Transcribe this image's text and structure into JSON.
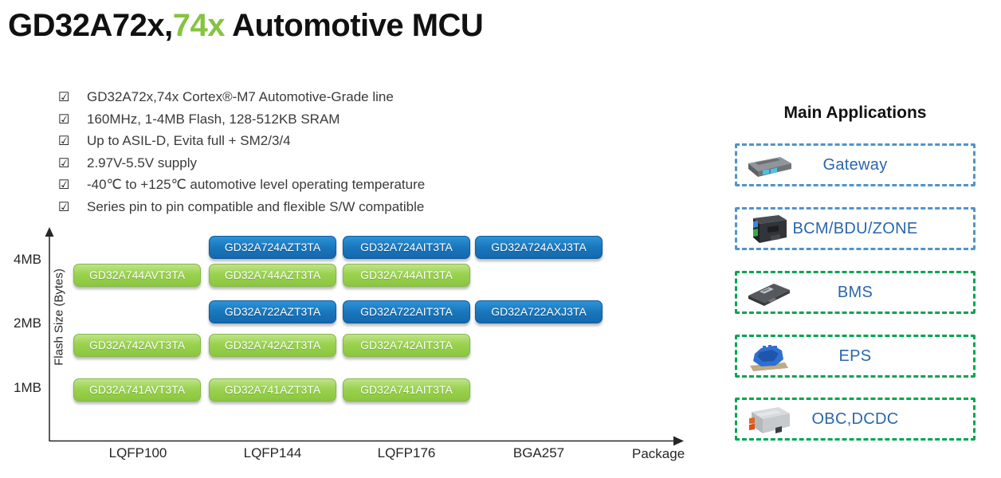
{
  "title": {
    "part1": "GD32A72x,",
    "part2": "74x",
    "part3": " Automotive MCU",
    "accent_color": "#84c441"
  },
  "bullets": {
    "checkbox_glyph": "☑",
    "items": [
      "GD32A72x,74x Cortex®-M7 Automotive-Grade line",
      "160MHz, 1-4MB Flash, 128-512KB SRAM",
      "Up to ASIL-D, Evita full + SM2/3/4",
      "2.97V-5.5V supply",
      "-40℃ to +125℃ automotive level operating temperature",
      "Series pin to pin compatible and flexible S/W compatible"
    ]
  },
  "chart_data": {
    "type": "scatter",
    "title": "",
    "xlabel": "Package",
    "ylabel": "Flash Size (Bytes)",
    "x_categories": [
      "LQFP100",
      "LQFP144",
      "LQFP176",
      "BGA257"
    ],
    "y_ticks": [
      "4MB",
      "2MB",
      "1MB"
    ],
    "legend": {
      "GD32A72x_series_color": "#1b75bb",
      "GD32A74x_series_color": "#8cc63f"
    },
    "grid": false,
    "parts": [
      {
        "name": "GD32A724AZT3TA",
        "family": "GD32A72x",
        "color": "blue",
        "package": "LQFP144",
        "flash": "4MB",
        "row": 0,
        "col": 1
      },
      {
        "name": "GD32A724AIT3TA",
        "family": "GD32A72x",
        "color": "blue",
        "package": "LQFP176",
        "flash": "4MB",
        "row": 0,
        "col": 2
      },
      {
        "name": "GD32A724AXJ3TA",
        "family": "GD32A72x",
        "color": "blue",
        "package": "BGA257",
        "flash": "4MB",
        "row": 0,
        "col": 3
      },
      {
        "name": "GD32A744AVT3TA",
        "family": "GD32A74x",
        "color": "green",
        "package": "LQFP100",
        "flash": "4MB",
        "row": 1,
        "col": 0
      },
      {
        "name": "GD32A744AZT3TA",
        "family": "GD32A74x",
        "color": "green",
        "package": "LQFP144",
        "flash": "4MB",
        "row": 1,
        "col": 1
      },
      {
        "name": "GD32A744AIT3TA",
        "family": "GD32A74x",
        "color": "green",
        "package": "LQFP176",
        "flash": "4MB",
        "row": 1,
        "col": 2
      },
      {
        "name": "GD32A722AZT3TA",
        "family": "GD32A72x",
        "color": "blue",
        "package": "LQFP144",
        "flash": "2MB",
        "row": 2,
        "col": 1
      },
      {
        "name": "GD32A722AIT3TA",
        "family": "GD32A72x",
        "color": "blue",
        "package": "LQFP176",
        "flash": "2MB",
        "row": 2,
        "col": 2
      },
      {
        "name": "GD32A722AXJ3TA",
        "family": "GD32A72x",
        "color": "blue",
        "package": "BGA257",
        "flash": "2MB",
        "row": 2,
        "col": 3
      },
      {
        "name": "GD32A742AVT3TA",
        "family": "GD32A74x",
        "color": "green",
        "package": "LQFP100",
        "flash": "2MB",
        "row": 3,
        "col": 0
      },
      {
        "name": "GD32A742AZT3TA",
        "family": "GD32A74x",
        "color": "green",
        "package": "LQFP144",
        "flash": "2MB",
        "row": 3,
        "col": 1
      },
      {
        "name": "GD32A742AIT3TA",
        "family": "GD32A74x",
        "color": "green",
        "package": "LQFP176",
        "flash": "2MB",
        "row": 3,
        "col": 2
      },
      {
        "name": "GD32A741AVT3TA",
        "family": "GD32A74x",
        "color": "green",
        "package": "LQFP100",
        "flash": "1MB",
        "row": 4,
        "col": 0
      },
      {
        "name": "GD32A741AZT3TA",
        "family": "GD32A74x",
        "color": "green",
        "package": "LQFP144",
        "flash": "1MB",
        "row": 4,
        "col": 1
      },
      {
        "name": "GD32A741AIT3TA",
        "family": "GD32A74x",
        "color": "green",
        "package": "LQFP176",
        "flash": "1MB",
        "row": 4,
        "col": 2
      }
    ]
  },
  "applications": {
    "title": "Main Applications",
    "blue_border_color": "#4f94cd",
    "green_border_color": "#00a651",
    "label_color": "#2a66ab",
    "items": [
      {
        "label": "Gateway",
        "border": "blue",
        "icon": "gateway-module-icon"
      },
      {
        "label": "BCM/BDU/ZONE",
        "border": "blue",
        "icon": "bcm-module-icon"
      },
      {
        "label": "BMS",
        "border": "green",
        "icon": "bms-module-icon"
      },
      {
        "label": "EPS",
        "border": "green",
        "icon": "eps-module-icon"
      },
      {
        "label": "OBC,DCDC",
        "border": "green",
        "icon": "obc-module-icon"
      }
    ]
  }
}
